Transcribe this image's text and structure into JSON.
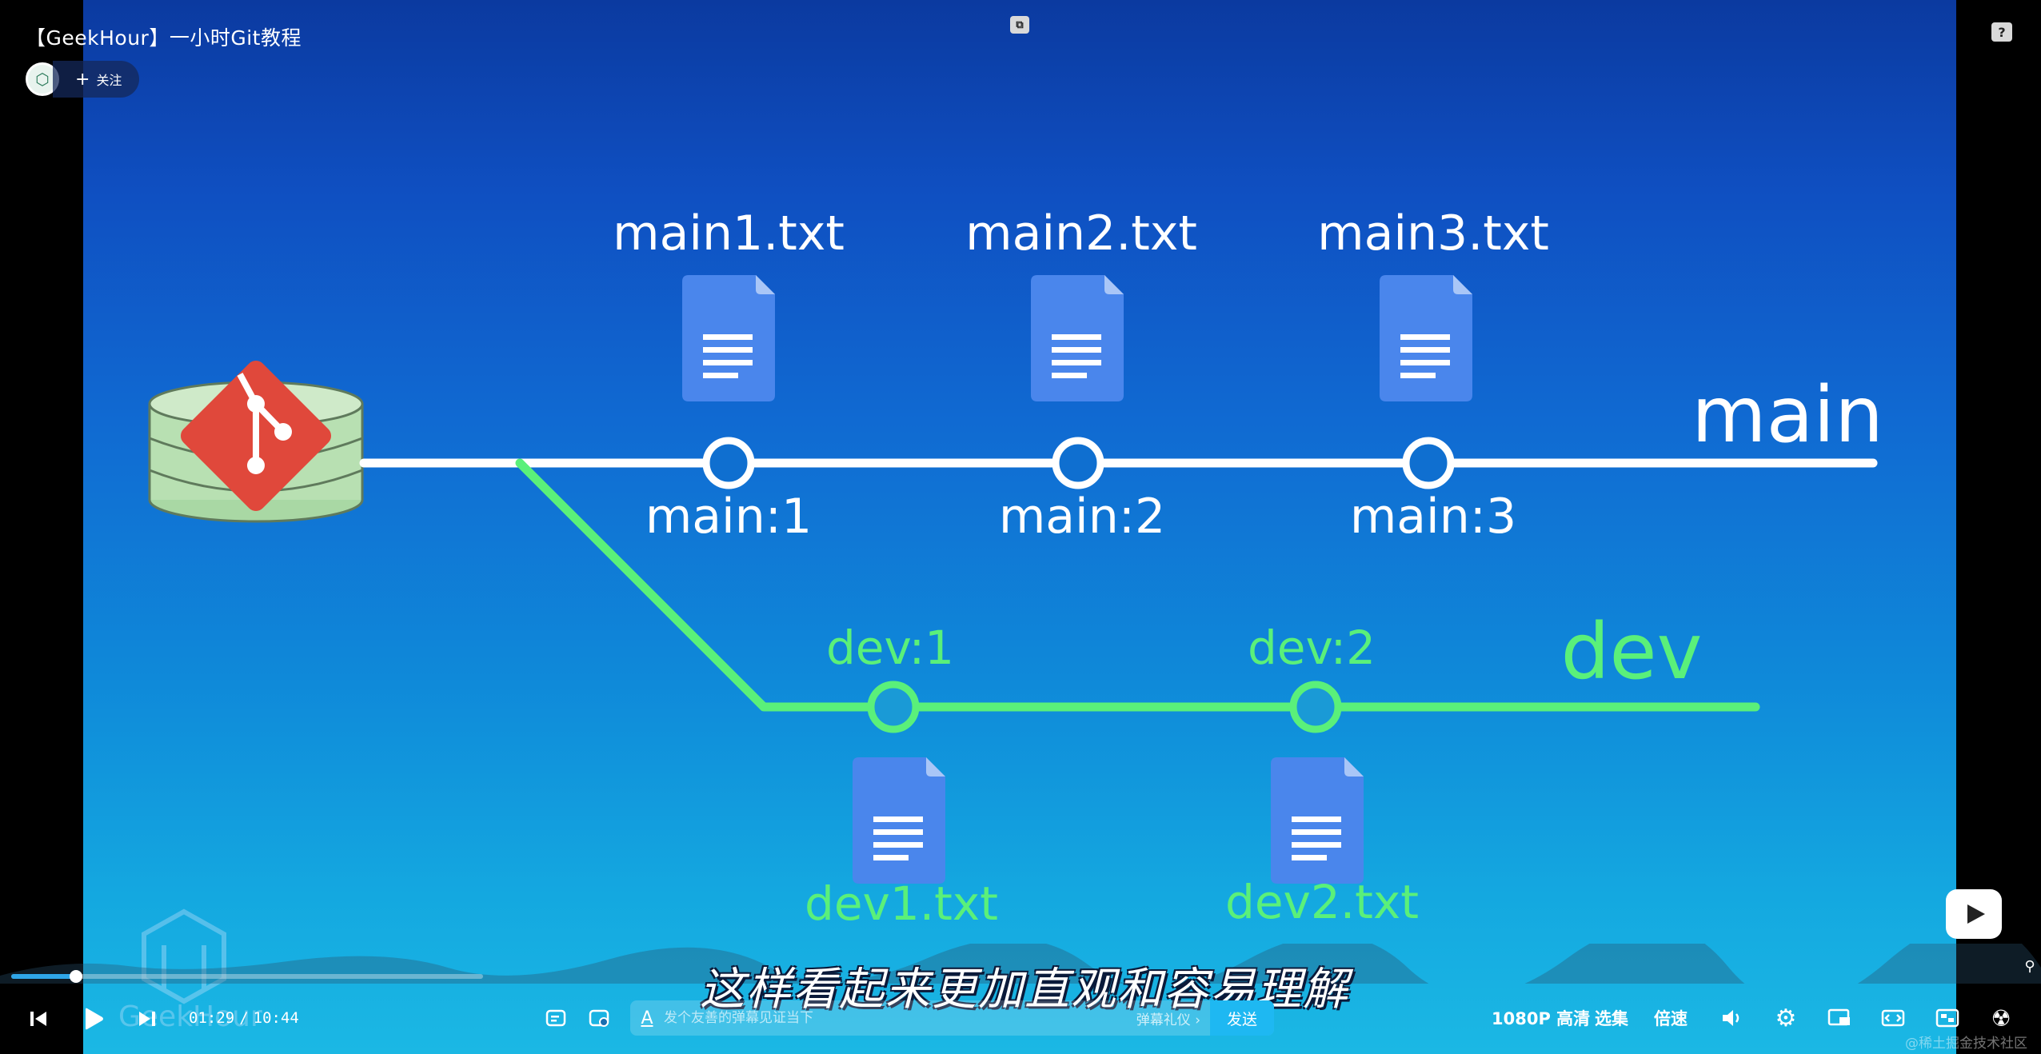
{
  "player": {
    "video_title": "【GeekHour】一小时Git教程",
    "follow_label": "关注",
    "subtitle": "这样看起来更加直观和容易理解",
    "time_current": "01:29",
    "time_separator": "/",
    "time_total": "10:44",
    "progress": 0.138,
    "danmaku_placeholder": "发个友善的弹幕见证当下",
    "danmaku_etiquette": "弹幕礼仪 ›",
    "send_label": "发送",
    "quality_label": "1080P 高清",
    "episodes_label": "选集",
    "speed_label": "倍速",
    "corner_watermark": "@稀土掘金技术社区",
    "logo_watermark": "GeekHour"
  },
  "diagram": {
    "main_branch_label": "main",
    "dev_branch_label": "dev",
    "main_commits": [
      {
        "label": "main:1",
        "file": "main1.txt"
      },
      {
        "label": "main:2",
        "file": "main2.txt"
      },
      {
        "label": "main:3",
        "file": "main3.txt"
      }
    ],
    "dev_commits": [
      {
        "label": "dev:1",
        "file": "dev1.txt"
      },
      {
        "label": "dev:2",
        "file": "dev2.txt"
      }
    ],
    "colors": {
      "main_line": "#ffffff",
      "dev_line": "#5af07a",
      "commit_fill": "#0f6fd0",
      "doc_blue": "#4a86ec",
      "git_red": "#e0483b"
    }
  },
  "icons": {
    "miniplayer": "picture-in-picture-icon",
    "help": "help-icon",
    "prev": "skip-previous-icon",
    "play": "play-icon",
    "next": "skip-next-icon",
    "danmaku_toggle": "danmaku-toggle-icon",
    "danmaku_settings": "danmaku-settings-icon",
    "volume": "volume-icon",
    "settings": "gear-icon",
    "pip": "pip-icon",
    "widescreen": "widescreen-icon",
    "webfullscreen": "web-fullscreen-icon",
    "fullscreen": "fullscreen-icon"
  }
}
